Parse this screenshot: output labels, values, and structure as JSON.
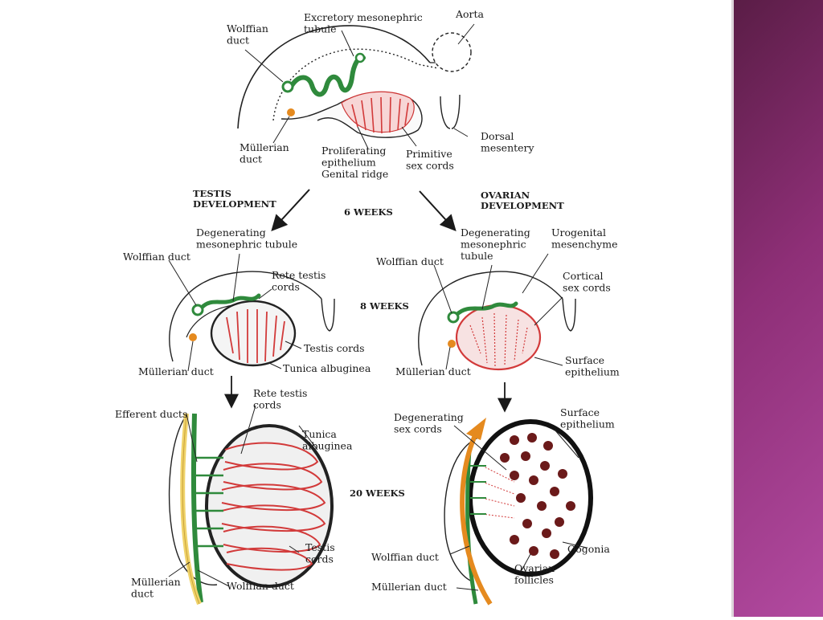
{
  "colors": {
    "sidebar_dark": "#5a1d46",
    "sidebar_light": "#b24aa0",
    "wolffian_green": "#2f8a3c",
    "cord_red": "#d23a3a",
    "mullerian_orange": "#e58a1f",
    "mullerian_yellow": "#f0d36a",
    "follicle_brown": "#6b1a1a"
  },
  "labels": {
    "wolffian_duct_top": "Wolffian\nduct",
    "excretory_tubule": "Excretory mesonephric\ntubule",
    "aorta": "Aorta",
    "mullerian_duct_top": "Müllerian\nduct",
    "proliferating": "Proliferating\nepithelium\nGenital ridge",
    "primitive_cords": "Primitive\nsex cords",
    "dorsal_mesentery": "Dorsal\nmesentery",
    "testis_heading": "TESTIS\nDEVELOPMENT",
    "ovarian_heading": "OVARIAN\nDEVELOPMENT",
    "six_weeks": "6 WEEKS",
    "eight_weeks": "8 WEEKS",
    "twenty_weeks": "20 WEEKS",
    "t8_degenerating": "Degenerating\nmesonephric tubule",
    "t8_wolffian": "Wolffian duct",
    "t8_rete": "Rete testis\ncords",
    "t8_testis_cords": "Testis cords",
    "t8_mullerian": "Müllerian duct",
    "t8_tunica": "Tunica albuginea",
    "o8_wolffian": "Wolffian duct",
    "o8_degenerating": "Degenerating\nmesonephric\ntubule",
    "o8_urogenital": "Urogenital\nmesenchyme",
    "o8_cortical": "Cortical\nsex cords",
    "o8_mullerian": "Müllerian duct",
    "o8_surface": "Surface\nepithelium",
    "t20_efferent": "Efferent ducts",
    "t20_rete": "Rete testis\ncords",
    "t20_tunica": "Tunica\nalbuginea",
    "t20_testis_cords": "Testis\ncords",
    "t20_mullerian": "Müllerian\nduct",
    "t20_wolffian": "Wolffian duct",
    "o20_degenerating": "Degenerating\nsex cords",
    "o20_surface": "Surface\nepithelium",
    "o20_oogonia": "Oogonia",
    "o20_wolffian": "Wolffian duct",
    "o20_follicles": "Ovarian\nfollicles",
    "o20_mullerian": "Müllerian duct"
  }
}
